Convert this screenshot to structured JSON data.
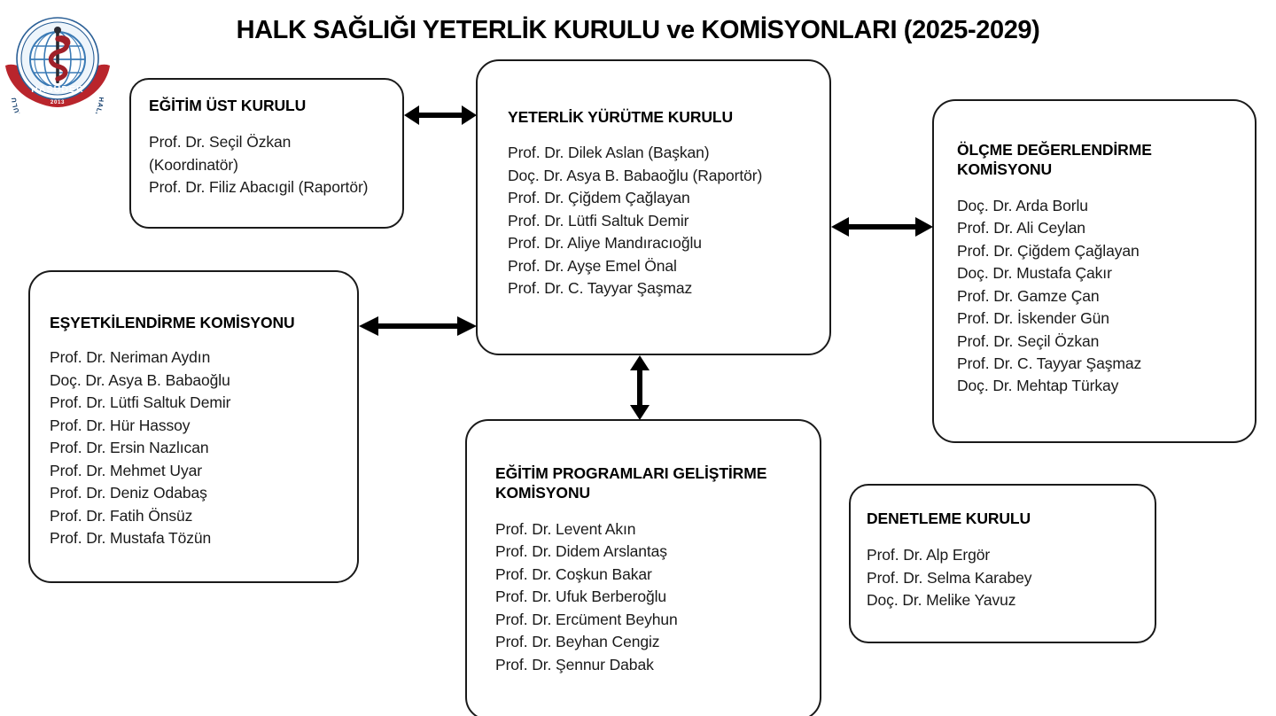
{
  "header": {
    "title": "HALK SAĞLIĞI YETERLİK KURULU ve KOMİSYONLARI (2025-2029)",
    "logo": {
      "name": "hasuder-yeterlik-kurulu-logo",
      "ring_text": "HALK SAĞLIĞI YETERLİK KURULU",
      "ribbon_text": "HASUDER",
      "year_text": "2013",
      "colors": {
        "globe_line": "#3a7ab5",
        "globe_fill": "#e8f1f8",
        "ring_text": "#16406e",
        "ribbon": "#b9252c",
        "snake": "#a02029"
      }
    }
  },
  "nodes": {
    "egitim_ust_kurulu": {
      "title": "EĞİTİM ÜST KURULU",
      "members": [
        "Prof. Dr. Seçil Özkan",
        "(Koordinatör)",
        "Prof. Dr. Filiz Abacıgil (Raportör)"
      ]
    },
    "yeterlik_yurutme_kurulu": {
      "title": "YETERLİK YÜRÜTME KURULU",
      "members": [
        "Prof. Dr. Dilek Aslan (Başkan)",
        "Doç. Dr. Asya B. Babaoğlu (Raportör)",
        "Prof. Dr. Çiğdem Çağlayan",
        "Prof. Dr. Lütfi Saltuk Demir",
        "Prof. Dr. Aliye Mandıracıoğlu",
        "Prof. Dr. Ayşe Emel Önal",
        "Prof. Dr. C. Tayyar Şaşmaz"
      ]
    },
    "olcme_degerlendirme_komisyonu": {
      "title": "ÖLÇME DEĞERLENDİRME\nKOMİSYONU",
      "members": [
        "Doç. Dr. Arda Borlu",
        "Prof. Dr. Ali Ceylan",
        "Prof. Dr. Çiğdem Çağlayan",
        "Doç. Dr. Mustafa Çakır",
        "Prof. Dr. Gamze Çan",
        "Prof. Dr. İskender Gün",
        "Prof. Dr. Seçil Özkan",
        "Prof. Dr. C. Tayyar Şaşmaz",
        "Doç. Dr. Mehtap Türkay"
      ]
    },
    "esyetkilendirme_komisyonu": {
      "title": "EŞYETKİLENDİRME KOMİSYONU",
      "members": [
        "Prof. Dr. Neriman Aydın",
        "Doç. Dr. Asya B. Babaoğlu",
        "Prof. Dr. Lütfi Saltuk Demir",
        "Prof. Dr. Hür Hassoy",
        "Prof. Dr. Ersin Nazlıcan",
        "Prof. Dr. Mehmet Uyar",
        "Prof. Dr. Deniz Odabaş",
        "Prof. Dr. Fatih Önsüz",
        "Prof. Dr. Mustafa Tözün"
      ]
    },
    "egitim_programlari_gelistirme_komisyonu": {
      "title": "EĞİTİM PROGRAMLARI GELİŞTİRME\nKOMİSYONU",
      "members": [
        "Prof. Dr. Levent Akın",
        "Prof. Dr. Didem Arslantaş",
        "Prof. Dr. Coşkun Bakar",
        "Prof. Dr. Ufuk Berberoğlu",
        "Prof. Dr. Ercüment Beyhun",
        "Prof. Dr. Beyhan Cengiz",
        "Prof. Dr. Şennur Dabak"
      ]
    },
    "denetleme_kurulu": {
      "title": "DENETLEME KURULU",
      "members": [
        "Prof. Dr. Alp Ergör",
        "Prof. Dr. Selma Karabey",
        "Doç. Dr. Melike Yavuz"
      ]
    }
  },
  "connectors": [
    {
      "name": "egitim-ust-kurulu-to-yeterlik-yurutme-kurulu",
      "type": "double-arrow-horizontal"
    },
    {
      "name": "yeterlik-yurutme-kurulu-to-olcme-degerlendirme",
      "type": "double-arrow-horizontal"
    },
    {
      "name": "esyetkilendirme-to-yeterlik-yurutme-kurulu",
      "type": "double-arrow-horizontal"
    },
    {
      "name": "yeterlik-yurutme-kurulu-to-egitim-programlari",
      "type": "double-arrow-vertical"
    }
  ]
}
